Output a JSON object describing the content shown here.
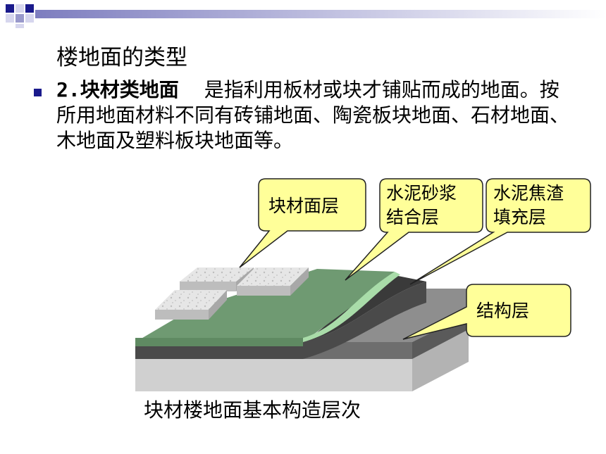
{
  "slide": {
    "title": "楼地面的类型",
    "bullet": {
      "label": "2.块材类地面",
      "text": "是指利用板材或块才铺贴而成的地面。按所用地面材料不同有砖铺地面、陶瓷板块地面、石材地面、木地面及塑料板块地面等。"
    },
    "callouts": {
      "block_layer": "块材面层",
      "mortar_line1": "水泥砂浆",
      "mortar_line2": "结合层",
      "cinder_line1": "水泥焦渣",
      "cinder_line2": "填充层",
      "structure": "结构层"
    },
    "caption": "块材楼地面基本构造层次"
  },
  "colors": {
    "accent_bullet": "#1a1a8c",
    "callout_fill": "#ffff99",
    "green_layer": "#6f9a72",
    "dark_layer": "#4a4a4a",
    "gray_layer": "#8c8c8c",
    "base_layer": "#cfcfcf"
  }
}
